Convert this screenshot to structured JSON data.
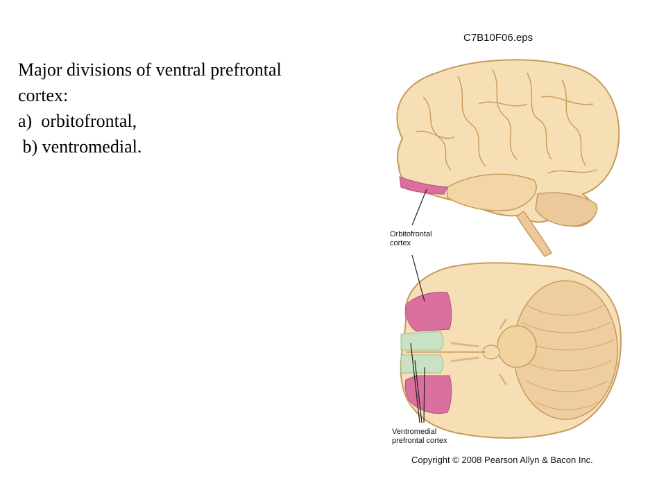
{
  "text": {
    "line1": "Major divisions of ventral prefrontal",
    "line2": "cortex:",
    "line3": "a)  orbitofrontal,",
    "line4": " b) ventromedial."
  },
  "figure": {
    "file_id": "C7B10F06.eps",
    "label_orbitofrontal_1": "Orbitofrontal",
    "label_orbitofrontal_2": "cortex",
    "label_ventromedial_1": "Ventromedial",
    "label_ventromedial_2": "prefrontal cortex",
    "copyright": "Copyright © 2008 Pearson Allyn & Bacon Inc."
  },
  "colors": {
    "brain_fill": "#f6dfb5",
    "brain_stroke": "#c79a5c",
    "orbitofrontal": "#d9709e",
    "ventromedial": "#c9e2c4",
    "leader_line": "#222222"
  }
}
